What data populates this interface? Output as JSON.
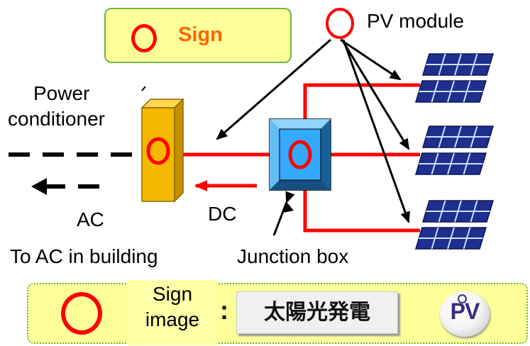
{
  "legend": {
    "sign_label": "Sign",
    "sign_color": "#ff0000",
    "sign_text_color": "#ff6600",
    "box_fill": "#ffff99",
    "box_border": "#66bb44"
  },
  "labels": {
    "pv_module": "PV module",
    "power_conditioner_line1": "Power",
    "power_conditioner_line2": "conditioner",
    "ac": "AC",
    "dc": "DC",
    "to_ac_in_building": "To AC in building",
    "junction_box": "Junction box"
  },
  "bottom_bar": {
    "sign_image_line1": "Sign",
    "sign_image_line2": "image",
    "colon": ":",
    "japanese_label": "太陽光発電",
    "logo_text": "PV"
  },
  "colors": {
    "wire": "#ff0000",
    "conditioner_fill": "#f5b800",
    "junction_fill": "#33aaff",
    "panel_fill": "#1f2f8f",
    "arrow": "#000000"
  }
}
